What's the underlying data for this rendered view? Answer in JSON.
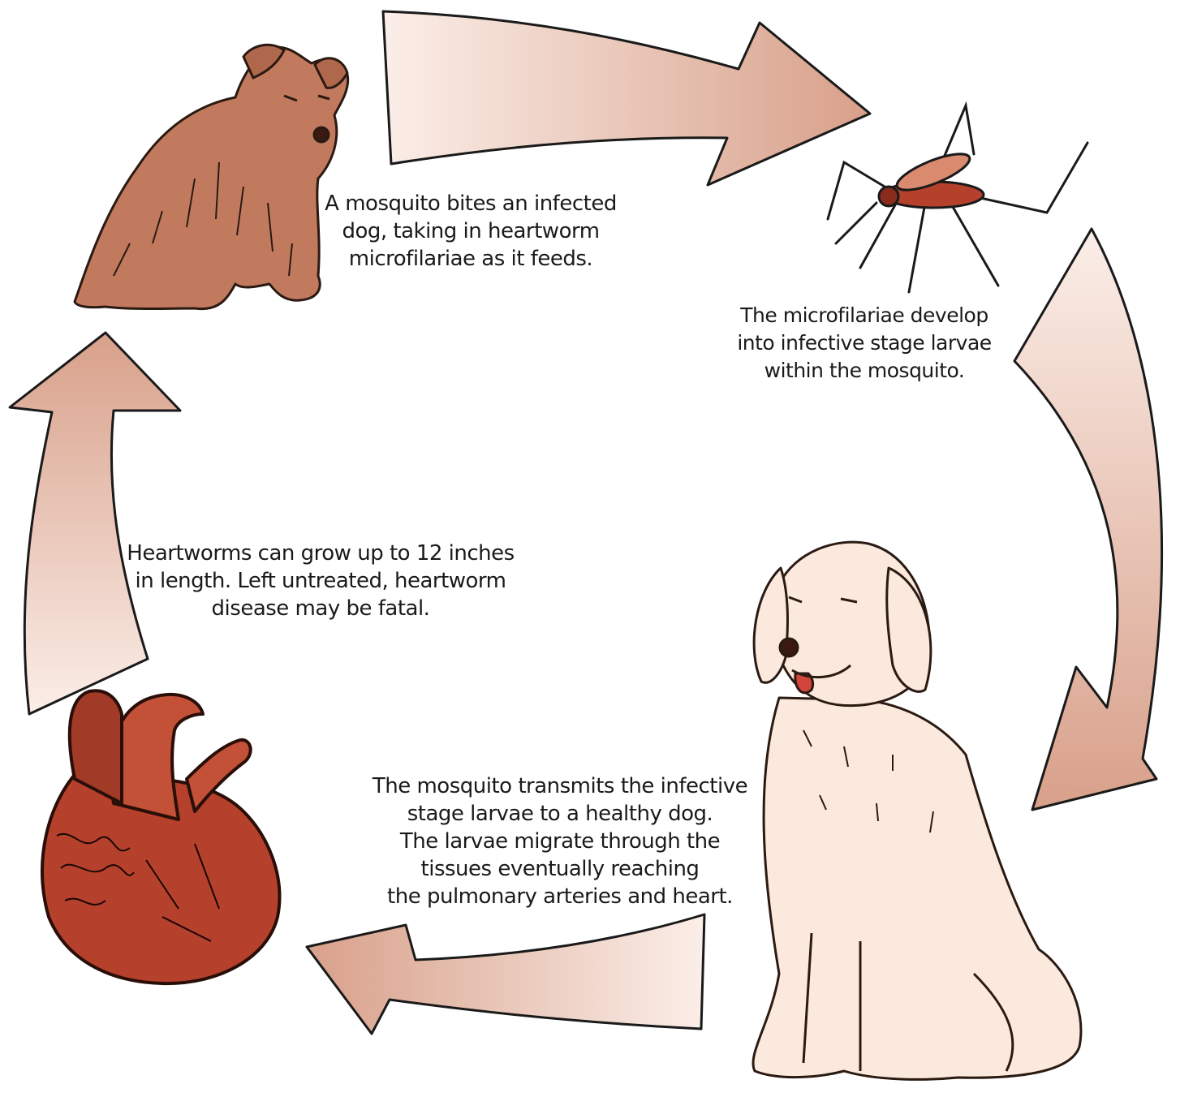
{
  "steps": [
    {
      "lines": [
        "A mosquito bites an infected",
        "dog, taking in heartworm",
        "microfilariae as it feeds."
      ]
    },
    {
      "lines": [
        "The microfilariae develop",
        "into infective stage larvae",
        "within the mosquito."
      ]
    },
    {
      "lines": [
        "Heartworms can grow up to 12 inches",
        "in length. Left untreated, heartworm",
        "disease may be fatal."
      ]
    },
    {
      "lines": [
        "The mosquito transmits the infective",
        "stage larvae to a healthy dog.",
        "The larvae migrate through the",
        "tissues eventually reaching",
        "the pulmonary arteries and heart."
      ]
    }
  ],
  "colors": {
    "arrow_dark": "#d8a08a",
    "arrow_light": "#fbeee8",
    "arrow_outline": "#1a1a1a",
    "infected_dog": "#c27a5f",
    "healthy_dog": "#fbe9de",
    "heart": "#b5412c",
    "mosquito": "#b5412c"
  }
}
